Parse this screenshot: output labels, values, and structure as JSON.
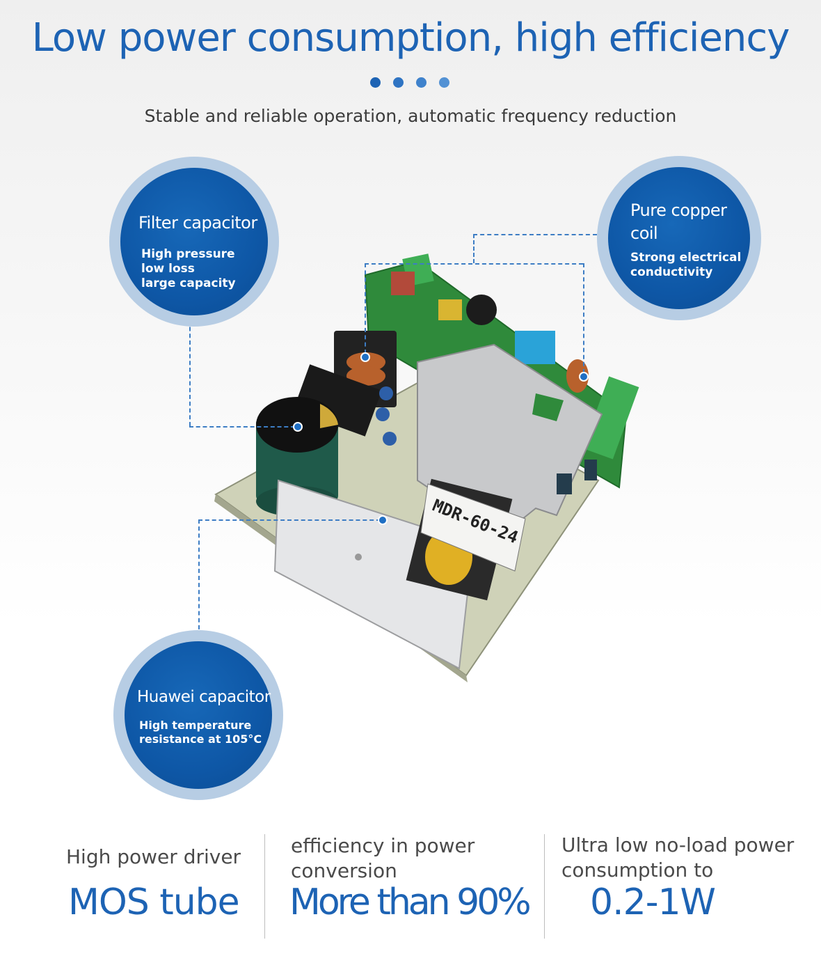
{
  "header": {
    "title": "Low power consumption, high efficiency",
    "subtitle": "Stable and reliable operation, automatic frequency reduction",
    "dot_colors": [
      "#1d63b4",
      "#2f74c3",
      "#3f82cc",
      "#5291d4"
    ]
  },
  "callouts": {
    "filter": {
      "title": "Filter capacitor",
      "lines": [
        "High pressure",
        "low loss",
        "large capacity"
      ]
    },
    "copper": {
      "title_lines": [
        "Pure copper",
        "coil"
      ],
      "lines": [
        "Strong electrical",
        "conductivity"
      ]
    },
    "huawei": {
      "title": "Huawei capacitor",
      "lines": [
        "High temperature",
        "resistance at 105°C"
      ]
    }
  },
  "product": {
    "label": "MDR-60-24"
  },
  "stats": [
    {
      "label_lines": [
        "High power driver"
      ],
      "value": "MOS tube"
    },
    {
      "label_lines": [
        "efficiency in power",
        "conversion"
      ],
      "value": "More than 90%"
    },
    {
      "label_lines": [
        "Ultra low no-load power",
        "consumption to"
      ],
      "value": "0.2-1W"
    }
  ],
  "colors": {
    "accent": "#1d63b4",
    "bubble_ring": "#b7cde4",
    "bubble_fill": "#0e57a6"
  }
}
